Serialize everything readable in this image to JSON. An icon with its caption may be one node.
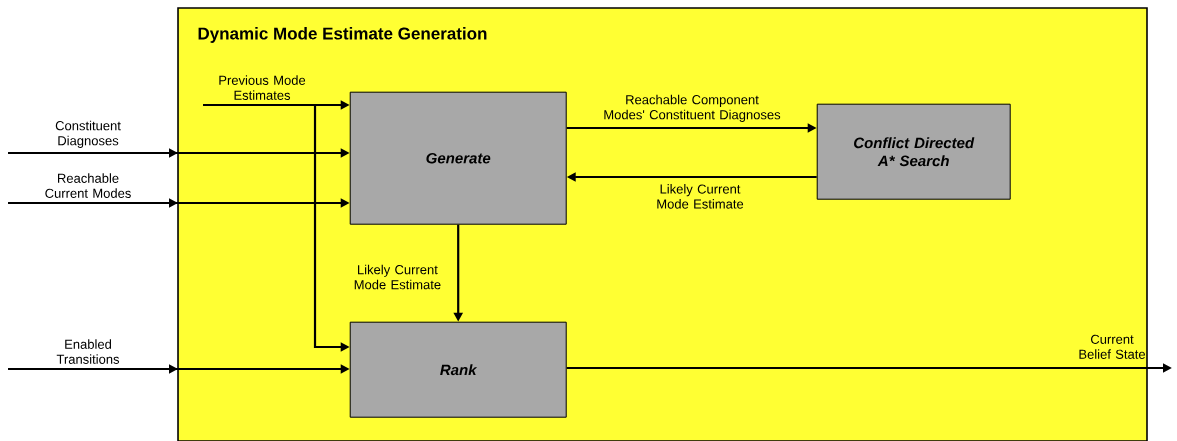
{
  "diagram": {
    "nodes": [
      {
        "text": [
          "Dynamic Mode Estimate Generation"
        ]
      },
      {
        "text": [
          "Generate"
        ],
        "in": 0
      },
      {
        "text": [
          "Conflict Directed A* Search"
        ],
        "in": 0
      },
      {
        "text": [
          "Rank"
        ],
        "in": 0
      }
    ],
    "edges": [
      {
        "from": null,
        "to": 1,
        "arrow": "to",
        "label": "Constituent Diagnoses"
      },
      {
        "from": null,
        "to": 1,
        "arrow": "to",
        "label": "Reachable Current Modes"
      },
      {
        "from": null,
        "to": 1,
        "arrow": "to",
        "label": "Previous Mode Estimates"
      },
      {
        "from": null,
        "to": 3,
        "arrow": "to"
      },
      {
        "from": null,
        "to": 3,
        "arrow": "to",
        "label": "Enabled Transitions"
      },
      {
        "from": 1,
        "to": 2,
        "arrow": "to",
        "label": "Reachable Component Modes' Constituent Diagnoses"
      },
      {
        "from": 2,
        "to": 1,
        "arrow": "to",
        "label": "Likely Current Mode Estimate"
      },
      {
        "from": 1,
        "to": 3,
        "arrow": "to",
        "label": "Likely Current Mode Estimate"
      },
      {
        "from": 3,
        "to": null,
        "arrow": "to",
        "label": "Current Belief State"
      }
    ]
  }
}
